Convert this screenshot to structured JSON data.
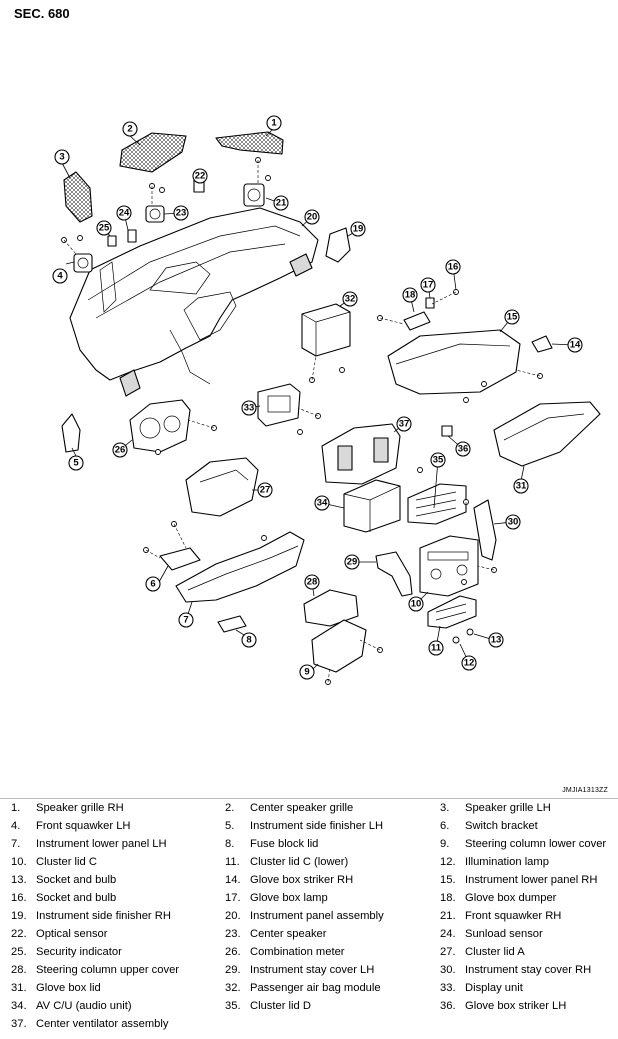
{
  "header": {
    "section": "SEC. 680"
  },
  "ref_code": "JMJIA1313ZZ",
  "callouts": [
    {
      "n": "1"
    },
    {
      "n": "2"
    },
    {
      "n": "3"
    },
    {
      "n": "4"
    },
    {
      "n": "5"
    },
    {
      "n": "6"
    },
    {
      "n": "7"
    },
    {
      "n": "8"
    },
    {
      "n": "9"
    },
    {
      "n": "10"
    },
    {
      "n": "11"
    },
    {
      "n": "12"
    },
    {
      "n": "13"
    },
    {
      "n": "14"
    },
    {
      "n": "15"
    },
    {
      "n": "16"
    },
    {
      "n": "17"
    },
    {
      "n": "18"
    },
    {
      "n": "19"
    },
    {
      "n": "20"
    },
    {
      "n": "21"
    },
    {
      "n": "22"
    },
    {
      "n": "23"
    },
    {
      "n": "24"
    },
    {
      "n": "25"
    },
    {
      "n": "26"
    },
    {
      "n": "27"
    },
    {
      "n": "28"
    },
    {
      "n": "29"
    },
    {
      "n": "30"
    },
    {
      "n": "31"
    },
    {
      "n": "32"
    },
    {
      "n": "33"
    },
    {
      "n": "34"
    },
    {
      "n": "35"
    },
    {
      "n": "36"
    },
    {
      "n": "37"
    }
  ],
  "legend": [
    {
      "num": "1.",
      "name": "Speaker grille RH"
    },
    {
      "num": "2.",
      "name": "Center speaker grille"
    },
    {
      "num": "3.",
      "name": "Speaker grille LH"
    },
    {
      "num": "4.",
      "name": "Front squawker LH"
    },
    {
      "num": "5.",
      "name": "Instrument side finisher LH"
    },
    {
      "num": "6.",
      "name": "Switch bracket"
    },
    {
      "num": "7.",
      "name": "Instrument lower panel LH"
    },
    {
      "num": "8.",
      "name": "Fuse block lid"
    },
    {
      "num": "9.",
      "name": "Steering column lower cover"
    },
    {
      "num": "10.",
      "name": "Cluster lid C"
    },
    {
      "num": "11.",
      "name": "Cluster lid C (lower)"
    },
    {
      "num": "12.",
      "name": "Illumination lamp"
    },
    {
      "num": "13.",
      "name": "Socket and bulb"
    },
    {
      "num": "14.",
      "name": "Glove box striker RH"
    },
    {
      "num": "15.",
      "name": "Instrument lower panel RH"
    },
    {
      "num": "16.",
      "name": "Socket and bulb"
    },
    {
      "num": "17.",
      "name": "Glove box lamp"
    },
    {
      "num": "18.",
      "name": "Glove box dumper"
    },
    {
      "num": "19.",
      "name": "Instrument side finisher RH"
    },
    {
      "num": "20.",
      "name": "Instrument panel assembly"
    },
    {
      "num": "21.",
      "name": "Front squawker RH"
    },
    {
      "num": "22.",
      "name": "Optical sensor"
    },
    {
      "num": "23.",
      "name": "Center speaker"
    },
    {
      "num": "24.",
      "name": "Sunload sensor"
    },
    {
      "num": "25.",
      "name": "Security indicator"
    },
    {
      "num": "26.",
      "name": "Combination meter"
    },
    {
      "num": "27.",
      "name": "Cluster lid A"
    },
    {
      "num": "28.",
      "name": "Steering column upper cover"
    },
    {
      "num": "29.",
      "name": "Instrument stay cover LH"
    },
    {
      "num": "30.",
      "name": "Instrument stay cover RH"
    },
    {
      "num": "31.",
      "name": "Glove box lid"
    },
    {
      "num": "32.",
      "name": "Passenger air bag module"
    },
    {
      "num": "33.",
      "name": "Display unit"
    },
    {
      "num": "34.",
      "name": "AV C/U (audio unit)"
    },
    {
      "num": "35.",
      "name": "Cluster lid D"
    },
    {
      "num": "36.",
      "name": "Glove box striker LH"
    },
    {
      "num": "37.",
      "name": "Center ventilator assembly"
    }
  ]
}
